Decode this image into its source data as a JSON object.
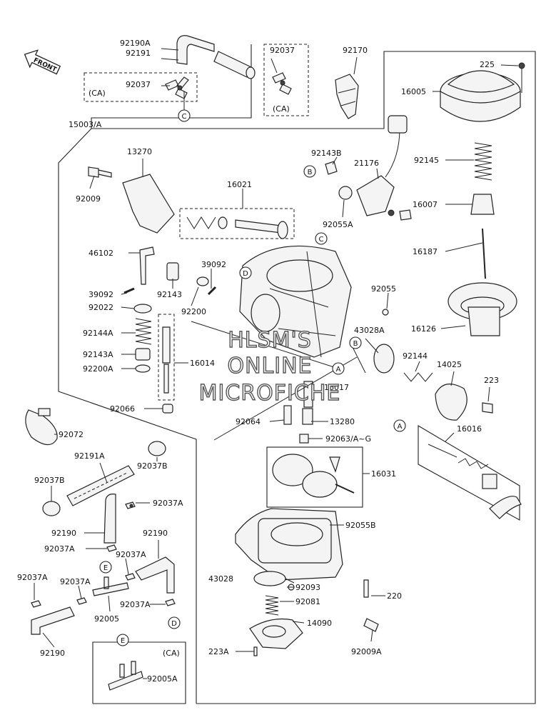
{
  "watermark": {
    "line1": "HLSM'S",
    "line2": "ONLINE",
    "line3": "MICROFICHE"
  },
  "front_arrow": "FRONT",
  "callouts": {
    "c92190A": "92190A",
    "c92191": "92191",
    "c92037_top": "92037",
    "ca_top_right": "(CA)",
    "c92037_left": "92037",
    "ca_top_left": "(CA)",
    "c92170": "92170",
    "c225": "225",
    "c16005": "16005",
    "c15003": "15003/A",
    "c13270": "13270",
    "c92009": "92009",
    "c16021": "16021",
    "c92143B": "92143B",
    "c21176": "21176",
    "c92055A": "92055A",
    "c92145": "92145",
    "c16007": "16007",
    "c16187": "16187",
    "c46102": "46102",
    "c39092_right": "39092",
    "c39092_left": "39092",
    "c92143": "92143",
    "c92022": "92022",
    "c92200": "92200",
    "c92055": "92055",
    "c16126": "16126",
    "c43028A": "43028A",
    "c92144A": "92144A",
    "c92143A": "92143A",
    "c92200A": "92200A",
    "c16014": "16014",
    "c92144": "92144",
    "c14025": "14025",
    "c223": "223",
    "c16017": "16017",
    "c92066": "92066",
    "c92064": "92064",
    "c13280": "13280",
    "c92063": "92063/A~G",
    "c16016": "16016",
    "c92072": "92072",
    "c92191A": "92191A",
    "c92037B_left": "92037B",
    "c92037B_right": "92037B",
    "c16031": "16031",
    "c92037A_1": "92037A",
    "c92190_left": "92190",
    "c92190_mid": "92190",
    "c92055B": "92055B",
    "c92037A_2": "92037A",
    "c92037A_3": "92037A",
    "c92037A_4": "92037A",
    "c92037_mid": "92037A",
    "c43028": "43028",
    "c92093": "92093",
    "c220": "220",
    "c92081": "92081",
    "c92005": "92005",
    "c92037A_5": "92037A",
    "c14090": "14090",
    "c92190_bottom": "92190",
    "c223A": "223A",
    "c92009A": "92009A",
    "ca_bottom": "(CA)",
    "c92005A": "92005A"
  },
  "refs": {
    "ref_A1": "A",
    "ref_A2": "A",
    "ref_B1": "B",
    "ref_B2": "B",
    "ref_C1": "C",
    "ref_C2": "C",
    "ref_D1": "D",
    "ref_D2": "D",
    "ref_E1": "E",
    "ref_E2": "E"
  }
}
